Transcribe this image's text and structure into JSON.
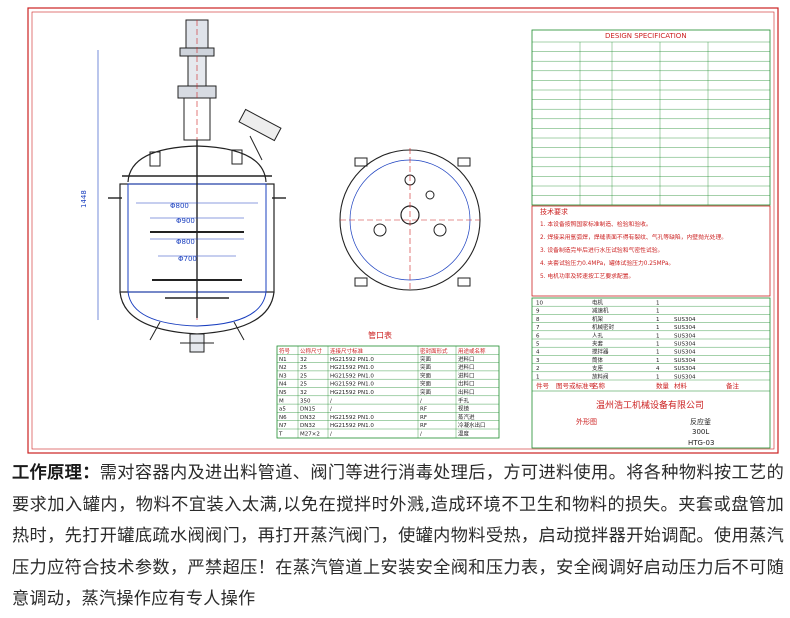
{
  "drawing": {
    "bowl_note": "管口表",
    "nozzle_table": {
      "headers": [
        "符号",
        "公称尺寸",
        "连接尺寸标准",
        "密封面形式",
        "用途或名称"
      ],
      "rows": [
        [
          "N1",
          "32",
          "HG21592 PN1.0",
          "突面",
          "进料口"
        ],
        [
          "N2",
          "25",
          "HG21592 PN1.0",
          "突面",
          "进料口"
        ],
        [
          "N3",
          "25",
          "HG21592 PN1.0",
          "突面",
          "进料口"
        ],
        [
          "N4",
          "25",
          "HG21592 PN1.0",
          "突面",
          "出料口"
        ],
        [
          "N5",
          "32",
          "HG21592 PN1.0",
          "突面",
          "出料口"
        ],
        [
          "M",
          "350",
          "/",
          "/",
          "手孔"
        ],
        [
          "a5",
          "DN15",
          "/",
          "RF",
          "视镜"
        ],
        [
          "N6",
          "DN32",
          "HG21592 PN1.0",
          "RF",
          "蒸汽进"
        ],
        [
          "N7",
          "DN32",
          "HG21592 PN1.0",
          "RF",
          "冷凝水出口"
        ],
        [
          "T",
          "M27×2",
          "/",
          "/",
          "温度"
        ]
      ]
    },
    "dim_labels": {
      "shell": "Φ900",
      "inner": "Φ800",
      "bottom": "Φ700",
      "height": "1448",
      "width": "800"
    },
    "spec_title": "DESIGN SPECIFICATION",
    "tech_title": "技术要求",
    "tech_lines": [
      "1. 本设备按照国家标准制造、检验和验收。",
      "2. 焊接采用氩弧焊，焊缝表面不得有裂纹、气孔等缺陷，内壁抛光处理。",
      "3. 设备制造完毕后进行水压试验和气密性试验。",
      "4. 夹套试验压力0.4MPa，罐体试验压力0.25MPa。",
      "5. 电机功率及转速按工艺要求配置。"
    ],
    "parts_header": [
      "件号",
      "图号或标准号",
      "名称",
      "数量",
      "材料",
      "备注"
    ],
    "parts_rows": [
      [
        "10",
        "",
        "电机",
        "1",
        "",
        ""
      ],
      [
        "9",
        "",
        "减速机",
        "1",
        "",
        ""
      ],
      [
        "8",
        "",
        "机架",
        "1",
        "SUS304",
        ""
      ],
      [
        "7",
        "",
        "机械密封",
        "1",
        "SUS304",
        ""
      ],
      [
        "6",
        "",
        "人孔",
        "1",
        "SUS304",
        ""
      ],
      [
        "5",
        "",
        "夹套",
        "1",
        "SUS304",
        ""
      ],
      [
        "4",
        "",
        "搅拌器",
        "1",
        "SUS304",
        ""
      ],
      [
        "3",
        "",
        "筒体",
        "1",
        "SUS304",
        ""
      ],
      [
        "2",
        "",
        "支座",
        "4",
        "SUS304",
        ""
      ],
      [
        "1",
        "",
        "放料阀",
        "1",
        "SUS304",
        ""
      ]
    ],
    "company": "温州浩工机械设备有限公司",
    "product_name": "反应釜",
    "volume": "300L",
    "drawing_no": "HTG-03",
    "sheet_label": "外形图"
  },
  "caption": {
    "lead": "工作原理：",
    "body": "需对容器内及进出料管道、阀门等进行消毒处理后，方可进料使用。将各种物料按工艺的要求加入罐内，物料不宜装入太满,以免在搅拌时外溅,造成环境不卫生和物料的损失。夹套或盘管加热时，先打开罐底疏水阀阀门，再打开蒸汽阀门，使罐内物料受热，启动搅拌器开始调配。使用蒸汽压力应符合技术参数，严禁超压！在蒸汽管道上安装安全阀和压力表，安全阀调好启动压力后不可随意调动，蒸汽操作应有专人操作"
  }
}
